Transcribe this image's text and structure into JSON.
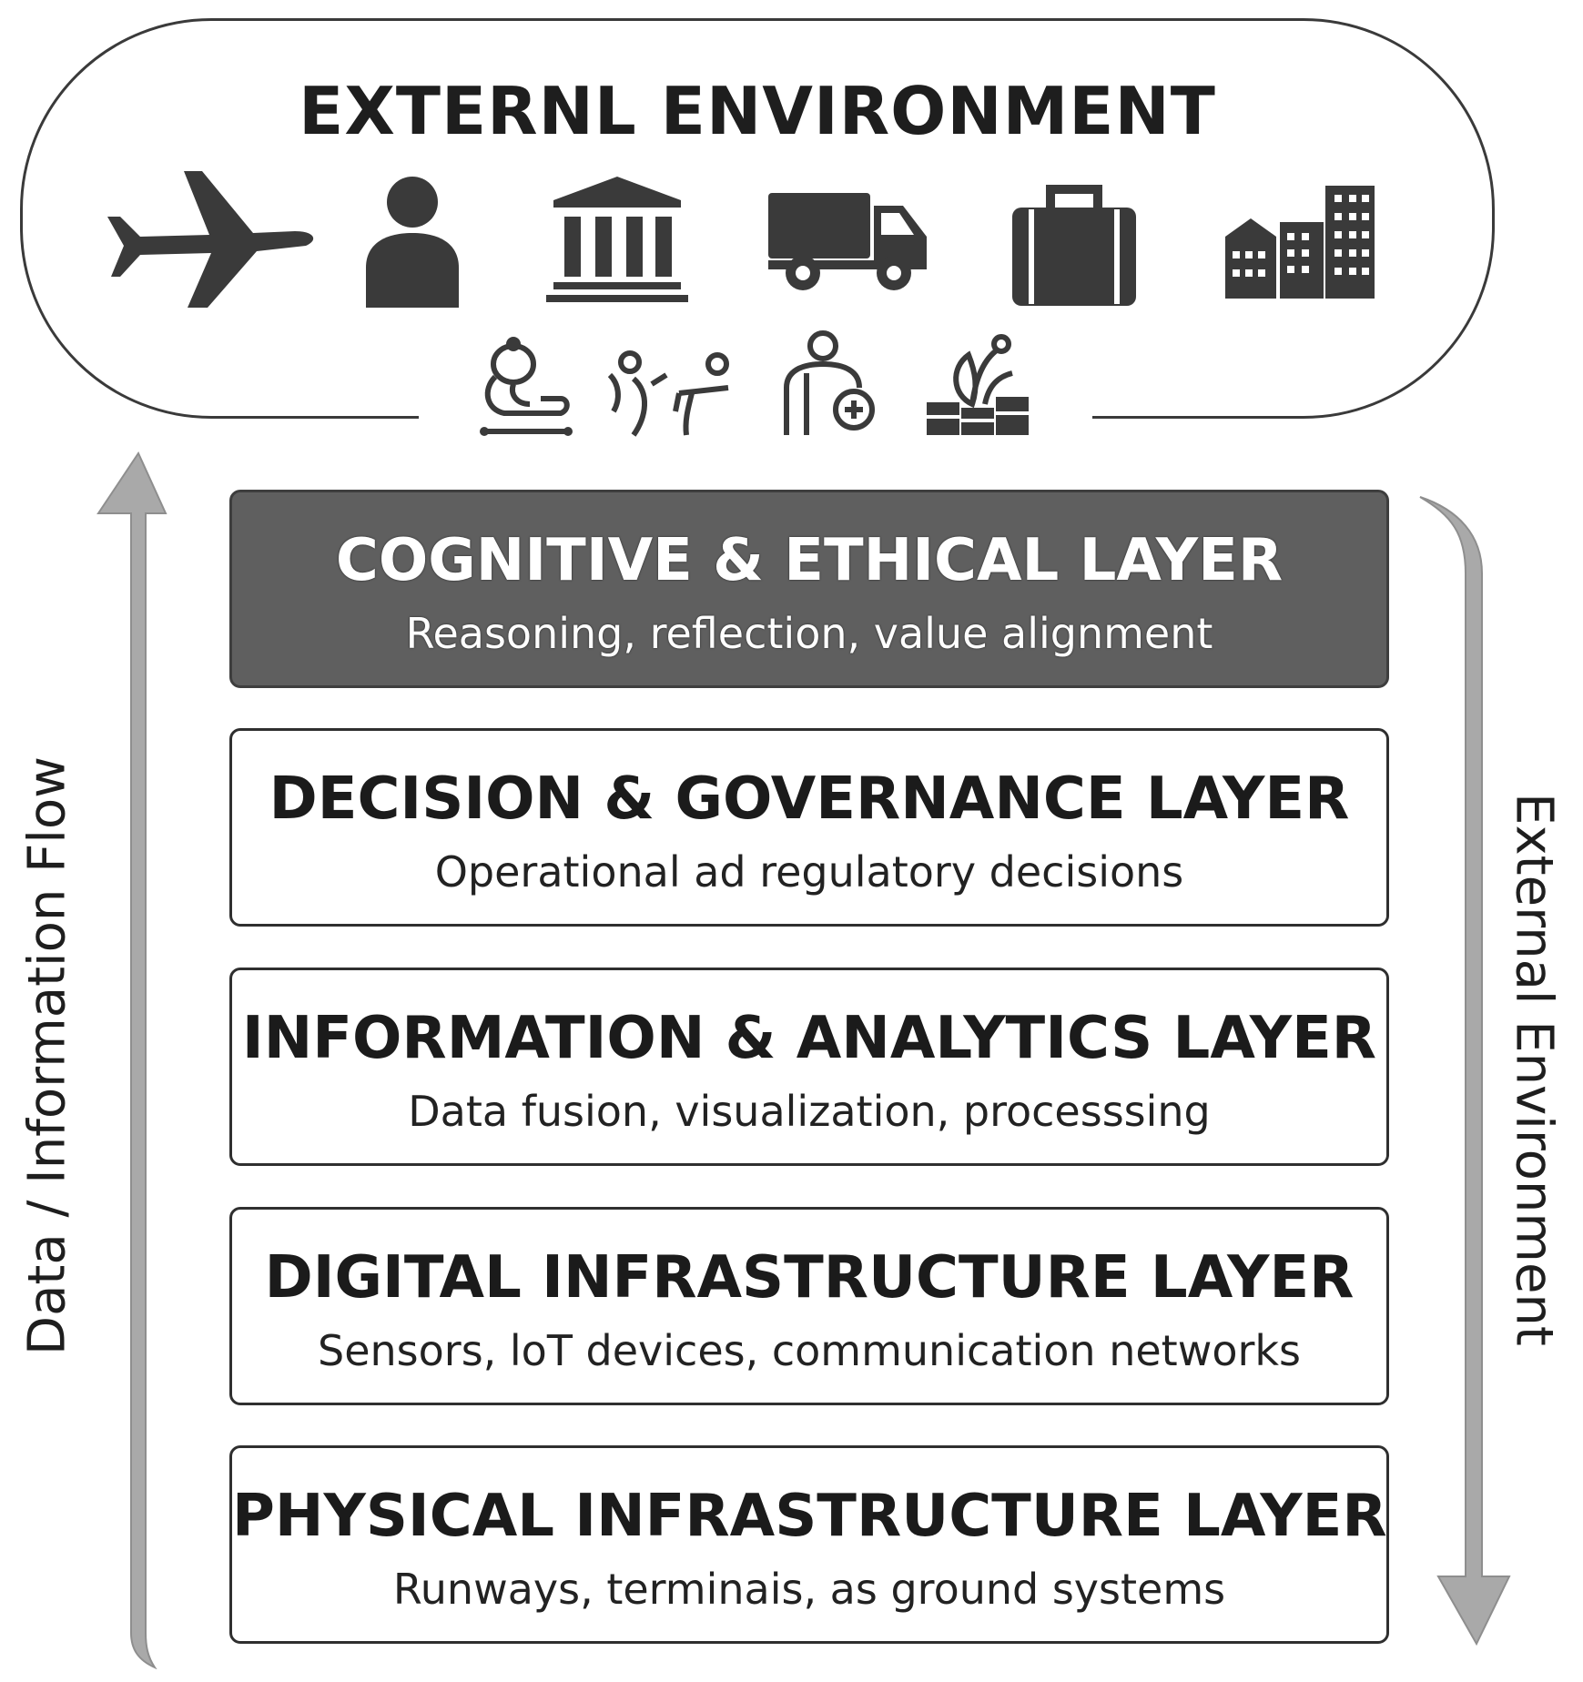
{
  "external_environment": {
    "title": "EXTERNL ENVIRONMENT",
    "icons_top": [
      "airplane-icon",
      "person-icon",
      "government-building-icon",
      "truck-icon",
      "luggage-icon",
      "city-buildings-icon"
    ],
    "icons_bottom": [
      "robot-assistant-icon",
      "passenger-group-icon",
      "medical-staff-icon",
      "agriculture-icon"
    ]
  },
  "layers": [
    {
      "title": "COGNITIVE & ETHICAL LAYER",
      "subtitle": "Reasoning, reflection, value alignment"
    },
    {
      "title": "DECISION & GOVERNANCE LAYER",
      "subtitle": "Operational ad regulatory decisions"
    },
    {
      "title": "INFORMATION & ANALYTICS LAYER",
      "subtitle": "Data fusion, visualization, processsing"
    },
    {
      "title": "DIGITAL INFRASTRUCTURE LAYER",
      "subtitle": "Sensors, loT devices, communication networks"
    },
    {
      "title": "PHYSICAL INFRASTRUCTURE LAYER",
      "subtitle": "Runways, terminais, as ground systems"
    }
  ],
  "side_labels": {
    "left": "Data / Information Flow",
    "right": "External Environment"
  },
  "colors": {
    "dark_layer": "#5f5f5f",
    "arrow": "#a9a9a9",
    "icon": "#3a3a3a"
  }
}
